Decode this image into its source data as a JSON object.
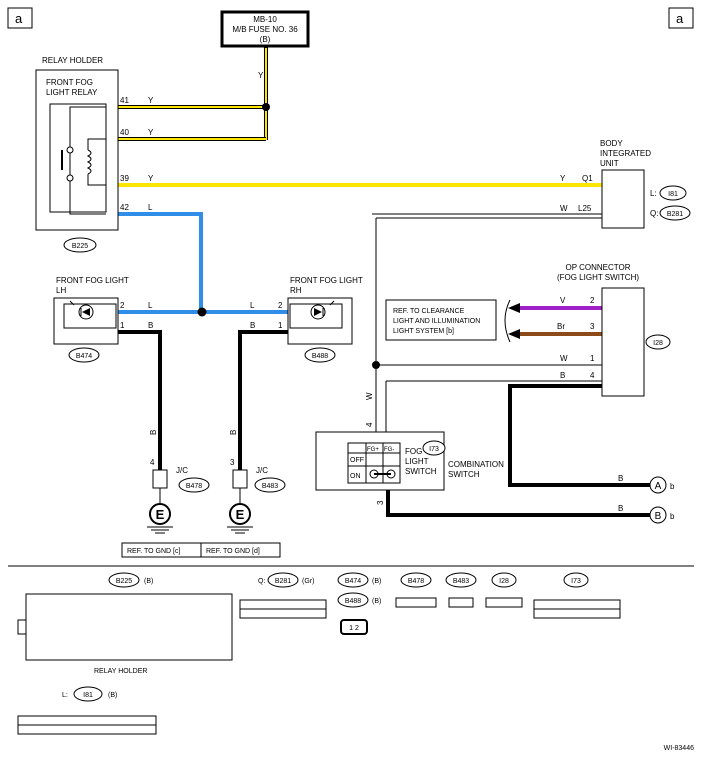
{
  "page_marker_left": "a",
  "page_marker_right": "a",
  "fuse": {
    "line1": "MB-10",
    "line2": "M/B FUSE NO. 36",
    "line3": "(B)",
    "wire": "Y"
  },
  "relay_holder": {
    "title": "RELAY HOLDER",
    "relay_name_1": "FRONT FOG",
    "relay_name_2": "LIGHT RELAY",
    "connector": "B225",
    "pins": [
      {
        "num": "41",
        "color": "Y"
      },
      {
        "num": "40",
        "color": "Y"
      },
      {
        "num": "39",
        "color": "Y"
      },
      {
        "num": "42",
        "color": "L"
      }
    ]
  },
  "body_integrated_unit": {
    "title_1": "BODY",
    "title_2": "INTEGRATED",
    "title_3": "UNIT",
    "conn_l_prefix": "L:",
    "conn_l": "I81",
    "conn_q_prefix": "Q:",
    "conn_q": "B281",
    "pin_q1": {
      "color": "Y",
      "pin": "Q1"
    },
    "pin_l25": {
      "color": "W",
      "pin": "L25"
    }
  },
  "op_connector": {
    "title_1": "OP CONNECTOR",
    "title_2": "(FOG LIGHT SWITCH)",
    "connector": "I28",
    "pins": [
      {
        "color": "V",
        "num": "2"
      },
      {
        "color": "Br",
        "num": "3"
      },
      {
        "color": "W",
        "num": "1"
      },
      {
        "color": "B",
        "num": "4"
      }
    ]
  },
  "ref_clearance": {
    "line1": "REF. TO CLEARANCE",
    "line2": "LIGHT AND ILLUMINATION",
    "line3": "LIGHT SYSTEM [b]"
  },
  "fog_lh": {
    "title_1": "FRONT FOG LIGHT",
    "title_2": "LH",
    "connector": "B474",
    "pin2": "2",
    "pin2_color": "L",
    "pin1": "1",
    "pin1_color": "B"
  },
  "fog_rh": {
    "title_1": "FRONT FOG LIGHT",
    "title_2": "RH",
    "connector": "B488",
    "pin2": "2",
    "pin2_color": "L",
    "pin1": "1",
    "pin1_color": "B"
  },
  "jc_left": {
    "pin": "4",
    "wire": "B",
    "label": "J/C",
    "connector": "B478",
    "ground": "E"
  },
  "jc_right": {
    "pin": "3",
    "wire": "B",
    "label": "J/C",
    "connector": "B483",
    "ground": "E"
  },
  "ref_gnd": {
    "left": "REF. TO GND [c]",
    "right": "REF. TO GND [d]"
  },
  "fog_switch": {
    "pin_top": "4",
    "wire_top": "W",
    "pin_bottom": "3",
    "col1": "FG+",
    "col2": "FG-",
    "row_off": "OFF",
    "row_on": "ON",
    "title_1": "FOG",
    "title_2": "LIGHT",
    "title_3": "SWITCH",
    "combination_connector": "I73",
    "combination_1": "COMBINATION",
    "combination_2": "SWITCH"
  },
  "outputs": [
    {
      "wire": "B",
      "marker": "A",
      "dest": "b"
    },
    {
      "wire": "B",
      "marker": "B",
      "dest": "b"
    }
  ],
  "connector_views": {
    "b225": {
      "id": "B225",
      "suffix": "(B)",
      "caption": "RELAY HOLDER"
    },
    "b281": {
      "prefix": "Q:",
      "id": "B281",
      "suffix": "(Gr)"
    },
    "b474": {
      "id": "B474",
      "suffix": "(B)"
    },
    "b488": {
      "id": "B488",
      "suffix": "(B)"
    },
    "b478": {
      "id": "B478"
    },
    "b483": {
      "id": "B483"
    },
    "i28": {
      "id": "I28"
    },
    "i73": {
      "id": "I73"
    },
    "i81": {
      "prefix": "L:",
      "id": "I81",
      "suffix": "(B)"
    }
  },
  "diagram_id": "WI-83446",
  "wire_colors": {
    "Y": "#ffe600",
    "L": "#2f8ee8",
    "V": "#a020c8",
    "Br": "#8b4a18",
    "B": "#000000",
    "W": "#000000"
  }
}
